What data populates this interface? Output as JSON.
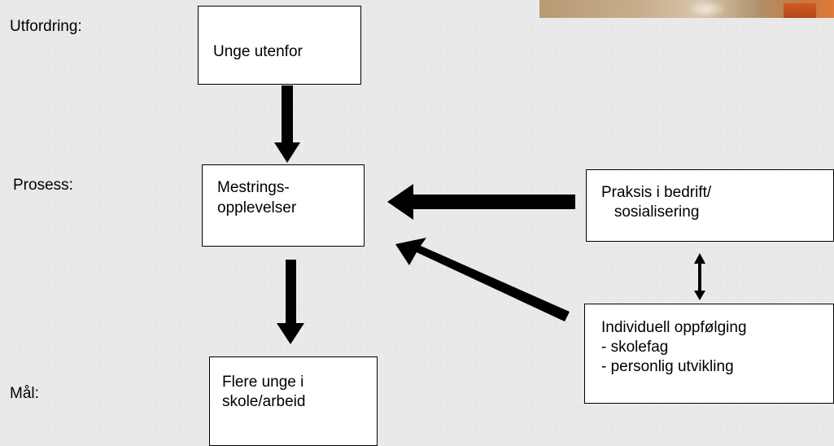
{
  "rows": {
    "challenge": "Utfordring:",
    "process": "Prosess:",
    "goal": "Mål:"
  },
  "boxes": {
    "young_outside": "Unge utenfor",
    "mastery_line1": "Mestrings-",
    "mastery_line2": "opplevelser",
    "practice_line1": "Praksis i bedrift/",
    "practice_line2": "   sosialisering",
    "followup_line1": "Individuell oppfølging",
    "followup_line2": "- skolefag",
    "followup_line3": "- personlig utvikling",
    "goal_line1": "Flere unge i",
    "goal_line2": "skole/arbeid"
  },
  "colors": {
    "background": "#e9e9e9",
    "box_fill": "#ffffff",
    "arrow": "#000000"
  }
}
